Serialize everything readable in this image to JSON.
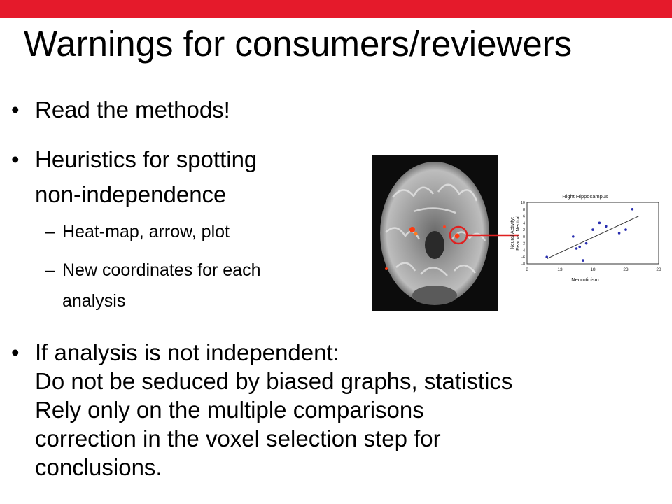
{
  "slide": {
    "title": "Warnings for consumers/reviewers",
    "bullets": [
      {
        "marker": "•",
        "lines": [
          "Read the methods!"
        ]
      },
      {
        "marker": "•",
        "lines": [
          "Heuristics for spotting",
          "non-independence"
        ]
      },
      {
        "marker": "•",
        "lines": [
          "If analysis is not independent:",
          "Do not be seduced by biased graphs, statistics",
          "Rely only on the multiple comparisons",
          "correction in the voxel selection step for",
          "conclusions."
        ]
      }
    ],
    "sub_bullets": [
      {
        "marker": "–",
        "lines": [
          "Heat-map, arrow, plot"
        ]
      },
      {
        "marker": "–",
        "lines": [
          "New coordinates for each",
          "analysis"
        ]
      }
    ]
  },
  "figure": {
    "plot_title": "Right Hippocampus",
    "xlabel": "Neuroticism",
    "ylabel_lines": [
      "Neural Activity:",
      "Fear vs. Neutral"
    ],
    "xticks": [
      "8",
      "13",
      "18",
      "23",
      "28"
    ],
    "yticks": [
      "10",
      "8",
      "6",
      "4",
      "2",
      "0",
      "-2",
      "-4",
      "-6",
      "-8"
    ],
    "colors": {
      "accent": "#e51a2b",
      "highlight": "#e02020",
      "points": "#2a2fb0"
    },
    "chart_data": {
      "type": "scatter",
      "title": "Right Hippocampus",
      "xlabel": "Neuroticism",
      "ylabel": "Neural Activity: Fear vs. Neutral",
      "xlim": [
        8,
        28
      ],
      "ylim": [
        -8,
        10
      ],
      "points": [
        {
          "x": 11,
          "y": -6
        },
        {
          "x": 15,
          "y": 0
        },
        {
          "x": 15.5,
          "y": -3.5
        },
        {
          "x": 16,
          "y": -3
        },
        {
          "x": 16.5,
          "y": -7
        },
        {
          "x": 17,
          "y": -2
        },
        {
          "x": 18,
          "y": 2
        },
        {
          "x": 19,
          "y": 4
        },
        {
          "x": 20,
          "y": 3
        },
        {
          "x": 22,
          "y": 1
        },
        {
          "x": 23,
          "y": 2
        },
        {
          "x": 24,
          "y": 8
        }
      ],
      "fit_line": [
        {
          "x": 11,
          "y": -6.5
        },
        {
          "x": 25,
          "y": 6
        }
      ]
    }
  }
}
